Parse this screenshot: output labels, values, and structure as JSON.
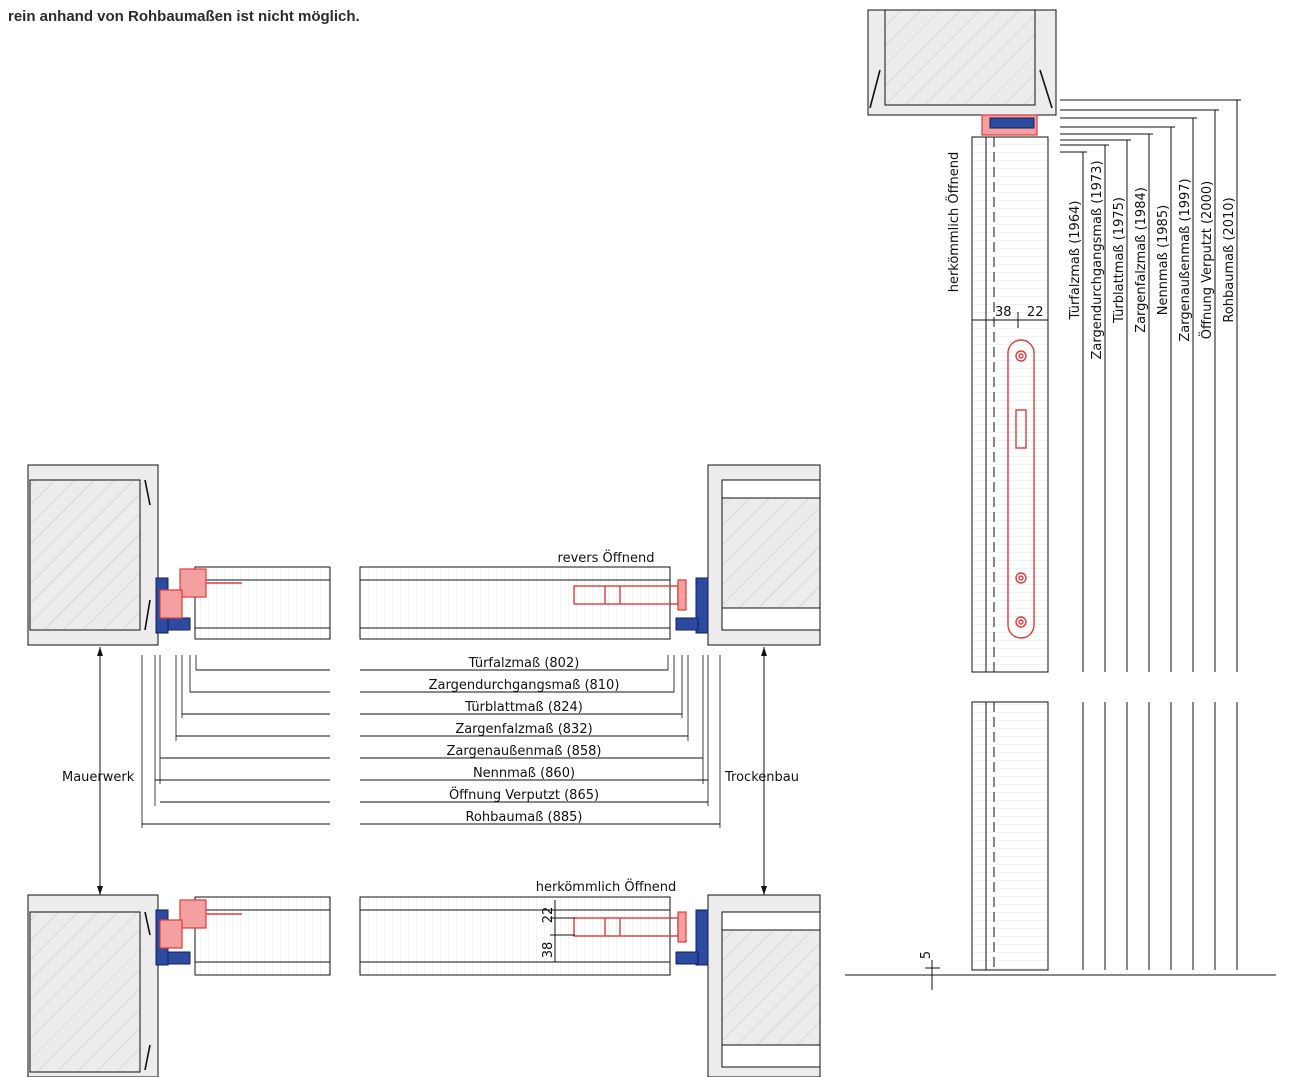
{
  "intro": {
    "text": "rein anhand von Rohbaumaßen ist nicht möglich."
  },
  "plan": {
    "label_mauerwerk": "Mauerwerk",
    "label_trockenbau": "Trockenbau",
    "label_revers": "revers Öffnend",
    "label_herkoemmlich": "herkömmlich Öffnend",
    "dims": [
      "Türfalzmaß (802)",
      "Zargendurchgangsmaß (810)",
      "Türblattmaß (824)",
      "Zargenfalzmaß (832)",
      "Zargenaußenmaß (858)",
      "Nennmaß (860)",
      "Öffnung Verputzt (865)",
      "Rohbaumaß (885)"
    ],
    "dim_22": "22",
    "dim_38": "38"
  },
  "elevation": {
    "label_herkoemmlich": "herkömmlich Öffnend",
    "dims": [
      "Türfalzmaß (1964)",
      "Zargendurchgangsmaß (1973)",
      "Türblattmaß (1975)",
      "Zargenfalzmaß (1984)",
      "Nennmaß (1985)",
      "Zargenaußenmaß (1997)",
      "Öffnung Verputzt (2000)",
      "Rohbaumaß (2010)"
    ],
    "dim_38": "38",
    "dim_22": "22",
    "dim_5": "5"
  }
}
